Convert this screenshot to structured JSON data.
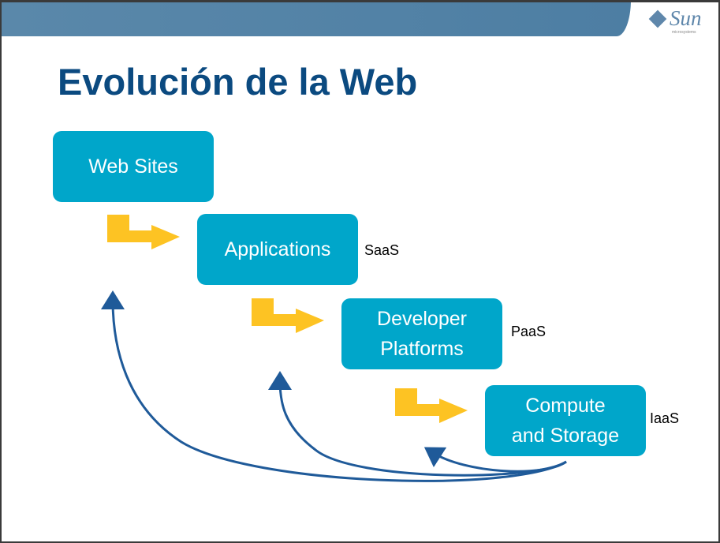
{
  "title": "Evolución de la Web",
  "logo": {
    "name": "Sun",
    "tagline": "microsystems"
  },
  "boxes": [
    {
      "line1": "Web Sites"
    },
    {
      "line1": "Applications",
      "tag": "SaaS"
    },
    {
      "line1": "Developer",
      "line2": "Platforms",
      "tag": "PaaS"
    },
    {
      "line1": "Compute",
      "line2": "and Storage",
      "tag": "IaaS"
    }
  ],
  "colors": {
    "box": "#00a6ca",
    "arrow": "#fdc323",
    "curve": "#1f5a99",
    "title": "#0b4a80"
  }
}
